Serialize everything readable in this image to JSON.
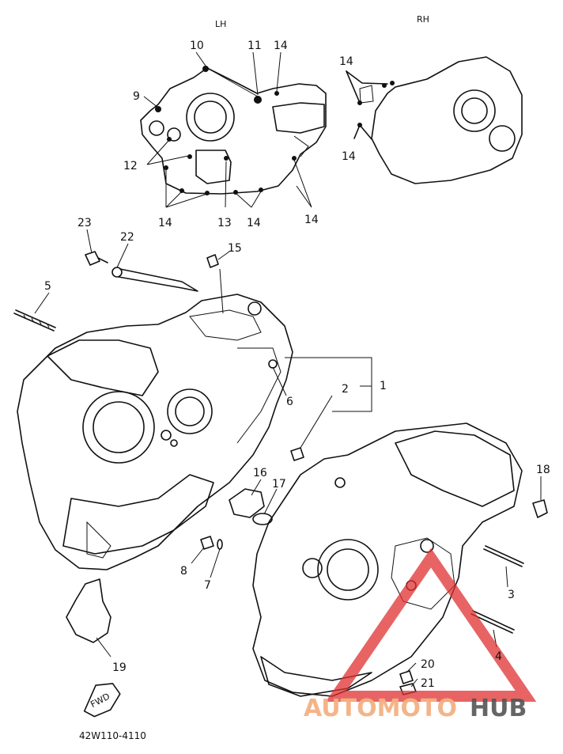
{
  "diagram": {
    "side_labels": {
      "left": "LH",
      "right": "RH"
    },
    "part_numbers": [
      "1",
      "2",
      "3",
      "4",
      "5",
      "6",
      "7",
      "8",
      "9",
      "10",
      "11",
      "12",
      "13",
      "14",
      "15",
      "16",
      "17",
      "18",
      "19",
      "20",
      "21",
      "22",
      "23"
    ],
    "callout_14": "14",
    "callout_12": "12",
    "callout_13": "13",
    "front_arrow": "FWD",
    "drawing_code": "42W110-4110"
  },
  "watermark": {
    "part1": "AUTOMOTO",
    "part2": "HUB",
    "colors": {
      "triangle": "#e03030",
      "text_light": "#f4b183",
      "text_dark": "#555555"
    }
  }
}
